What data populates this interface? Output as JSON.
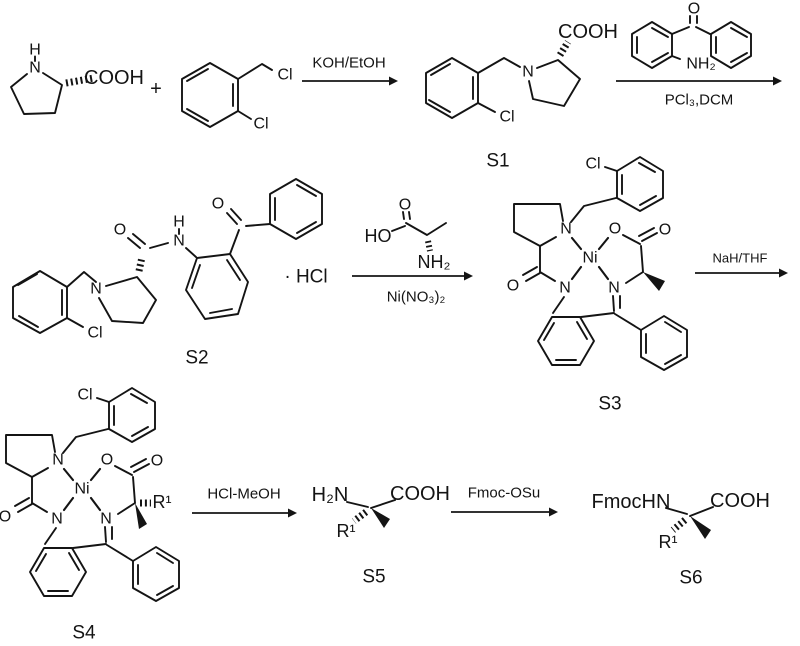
{
  "scheme": {
    "labels": {
      "s1": "S1",
      "s2": "S2",
      "s3": "S3",
      "s4": "S4",
      "s5": "S5",
      "s6": "S6"
    },
    "plus": "+",
    "hcl_salt": "· HCl",
    "reagents": {
      "step1_above": "KOH/EtOH",
      "step2_below": "PCl₃,DCM",
      "step3_below": "Ni(NO₃)₂",
      "step4_above": "NaH/THF",
      "step5_above": "HCl-MeOH",
      "step6_above": "Fmoc-OSu"
    },
    "atoms": {
      "h": "H",
      "n": "N",
      "o": "O",
      "cl": "Cl",
      "ni": "Ni",
      "cooh": "COOH",
      "nh2": "NH₂",
      "ho": "HO",
      "h2n": "H₂N",
      "fmochn": "FmocHN",
      "r1": "R¹"
    }
  }
}
